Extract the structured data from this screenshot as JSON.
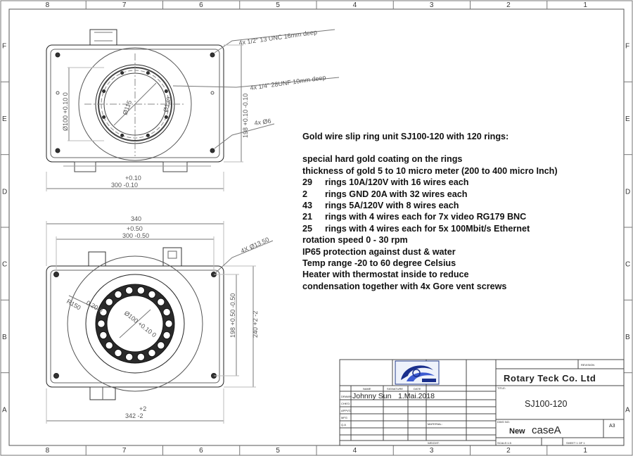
{
  "zones": {
    "columns": [
      "8",
      "7",
      "6",
      "5",
      "4",
      "3",
      "2",
      "1"
    ],
    "rows": [
      "F",
      "E",
      "D",
      "C",
      "B",
      "A"
    ]
  },
  "top_view": {
    "callout_thread_1": "4x 1/2\" 13 UNC 16mm deep",
    "callout_thread_2": "4x 1/4\" 28UNF 10mm deep",
    "callout_hole": "4x Ø6",
    "dim_left": "Ø100 +0.10 0",
    "dim_inner": "Ø115",
    "dim_ring": "Ø130",
    "dim_right": "198 +0.10 -0.10",
    "dim_bottom_tol": "+0.10",
    "dim_bottom": "300 -0.10"
  },
  "front_view": {
    "dim_overall_top": "340",
    "dim_top_tol": "+0.50",
    "dim_top": "300 -0.50",
    "callout_hole": "4X Ø13.50",
    "dim_radius": "R150",
    "dim_radius_tol": "0.20 0",
    "dim_bore": "Ø100 +0.10 0",
    "dim_right_inner": "198 +0.50 -0.50",
    "dim_right_outer": "240 +2 -2",
    "dim_bottom_tol": "+2",
    "dim_bottom": "342 -2"
  },
  "notes": {
    "title": "Gold wire slip ring unit SJ100-120 with 120 rings:",
    "lines": [
      {
        "num": "",
        "text": "special hard gold coating on the rings"
      },
      {
        "num": "",
        "text": "thickness of gold 5 to 10 micro meter (200 to 400 micro Inch)"
      },
      {
        "num": "29",
        "text": "rings 10A/120V with 16 wires each"
      },
      {
        "num": "2",
        "text": "rings GND 20A with 32 wires each"
      },
      {
        "num": "43",
        "text": "rings 5A/120V with 8 wires each"
      },
      {
        "num": "21",
        "text": "rings with 4 wires each for 7x video RG179 BNC"
      },
      {
        "num": "25",
        "text": "rings with 4 wires each for 5x 100Mbit/s Ethernet"
      },
      {
        "num": "",
        "text": "rotation speed 0 - 30 rpm"
      },
      {
        "num": "",
        "text": "IP65 protection against dust & water"
      },
      {
        "num": "",
        "text": "Temp range -20 to 60 degree Celsius"
      },
      {
        "num": "",
        "text": "Heater with thermostat inside to reduce"
      },
      {
        "num": "",
        "text": "condensation together with 4x Gore vent screws"
      }
    ]
  },
  "title_block": {
    "company": "Rotary Teck Co. Ltd",
    "drawing_number": "SJ100-120",
    "drawn_by": "Johnny Sun",
    "date": "1.Mai.2018",
    "name_label": "NAME",
    "signature_label": "SIGNATURE",
    "date_label": "DATE",
    "drawn_label": "DRAWN",
    "title_label": "TITLE:",
    "dwg_label": "DWG NO.",
    "material_label": "MATERIAL:",
    "weight_label": "WEIGHT:",
    "scale_label": "SCALE:1:5",
    "sheet_label": "SHEET 1 OF 1",
    "revision_label": "REVISION",
    "dwg_name_prefix": "New",
    "dwg_name": "caseA",
    "size": "A3",
    "row_labels": [
      "CHK'D",
      "APPV'D",
      "MFG",
      "Q.A"
    ]
  }
}
